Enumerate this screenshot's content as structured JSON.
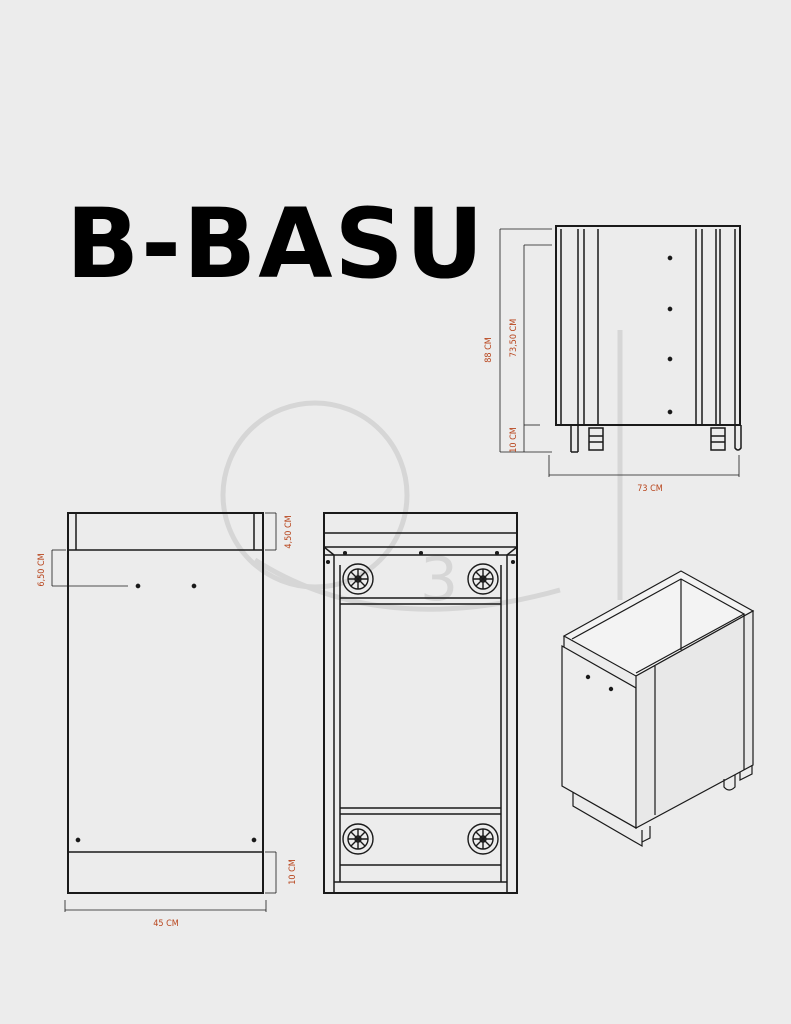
{
  "title": "B-BASU",
  "watermark": {
    "letter": "3"
  },
  "colors": {
    "background": "#ececec",
    "line": "#1a1a1a",
    "dimension_text": "#b8451c",
    "watermark": "#d9d9d9"
  },
  "dimensions": {
    "side_height_total": "88 CM",
    "side_height_body": "73,50 CM",
    "side_plinth": "10 CM",
    "side_depth": "73 CM",
    "front_top_rail": "4,50 CM",
    "front_hole_offset": "6,50 CM",
    "front_plinth": "10 CM",
    "front_width": "45 CM"
  }
}
